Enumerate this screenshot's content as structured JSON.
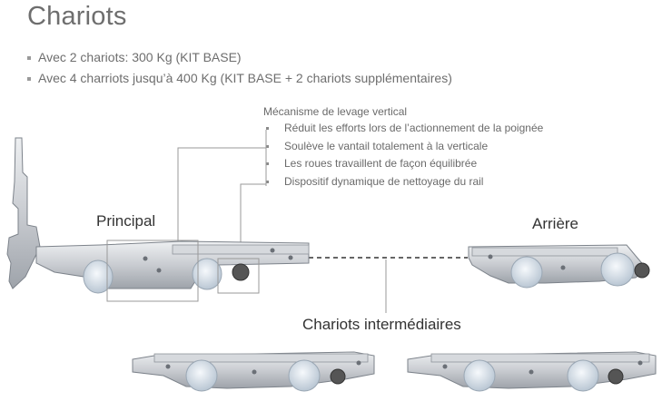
{
  "page": {
    "title": "Chariots",
    "bullets": [
      "Avec 2 chariots: 300 Kg (KIT BASE)",
      "Avec 4 charriots jusqu’à 400 Kg (KIT BASE + 2 chariots supplémentaires)"
    ]
  },
  "mechanism": {
    "title": "Mécanisme de levage vertical",
    "items": [
      "Réduit les efforts lors de l’actionnement de la poignée",
      "Soulève le vantail totalement à la verticale",
      "Les roues travaillent de façon équilibrée",
      "Dispositif dynamique de nettoyage du rail"
    ]
  },
  "labels": {
    "principal": "Principal",
    "arriere": "Arrière",
    "intermediaires": "Chariots intermédiaires"
  },
  "colors": {
    "metal": "#c9ccd1",
    "metal_dark": "#8e939a",
    "wheel": "#dfe6ee",
    "leader": "#9a9a9a"
  }
}
